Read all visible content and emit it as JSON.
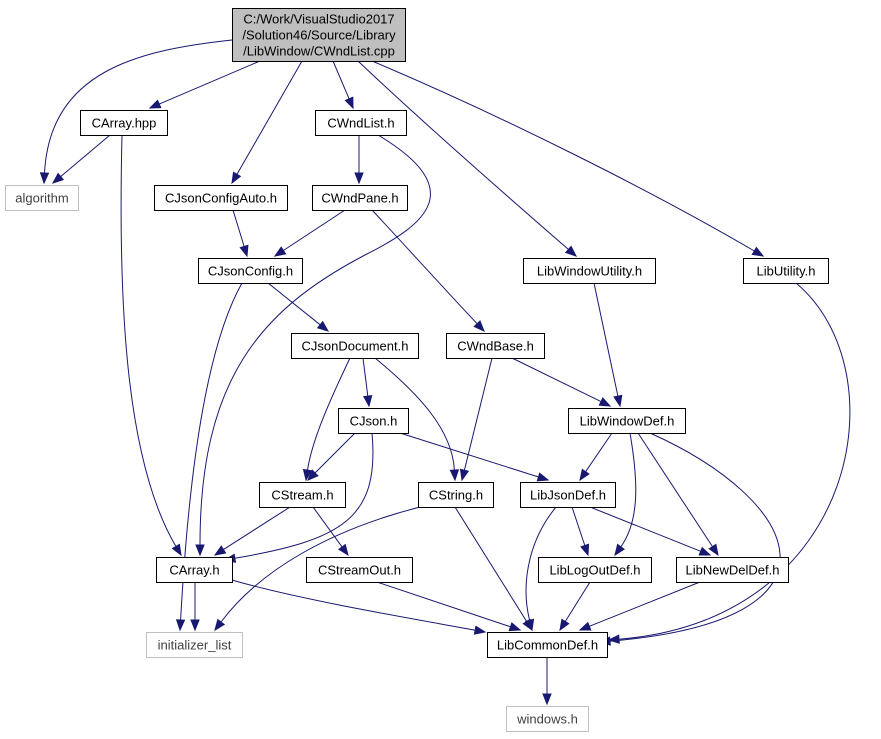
{
  "colors": {
    "edge": "#191970",
    "root_fill": "#bfbfbf",
    "node_border": "#000000",
    "external_border": "#bfbfbf",
    "external_text": "#404040",
    "text": "#000000"
  },
  "nodes": {
    "root": [
      "C:/Work/VisualStudio2017",
      "/Solution46/Source/Library",
      "/LibWindow/CWndList.cpp"
    ],
    "carray_hpp": "CArray.hpp",
    "cwndlist_h": "CWndList.h",
    "algorithm": "algorithm",
    "cjsonconfigauto_h": "CJsonConfigAuto.h",
    "cwndpane_h": "CWndPane.h",
    "cjsonconfig_h": "CJsonConfig.h",
    "libwindowutility_h": "LibWindowUtility.h",
    "libutility_h": "LibUtility.h",
    "cjsondocument_h": "CJsonDocument.h",
    "cwndbase_h": "CWndBase.h",
    "cjson_h": "CJson.h",
    "libwindowdef_h": "LibWindowDef.h",
    "cstream_h": "CStream.h",
    "cstring_h": "CString.h",
    "libjsondef_h": "LibJsonDef.h",
    "carray_h": "CArray.h",
    "cstreamout_h": "CStreamOut.h",
    "liblogoutdef_h": "LibLogOutDef.h",
    "libnewdeldef_h": "LibNewDelDef.h",
    "initializer_list": "initializer_list",
    "libcommondef_h": "LibCommonDef.h",
    "windows_h": "windows.h"
  }
}
